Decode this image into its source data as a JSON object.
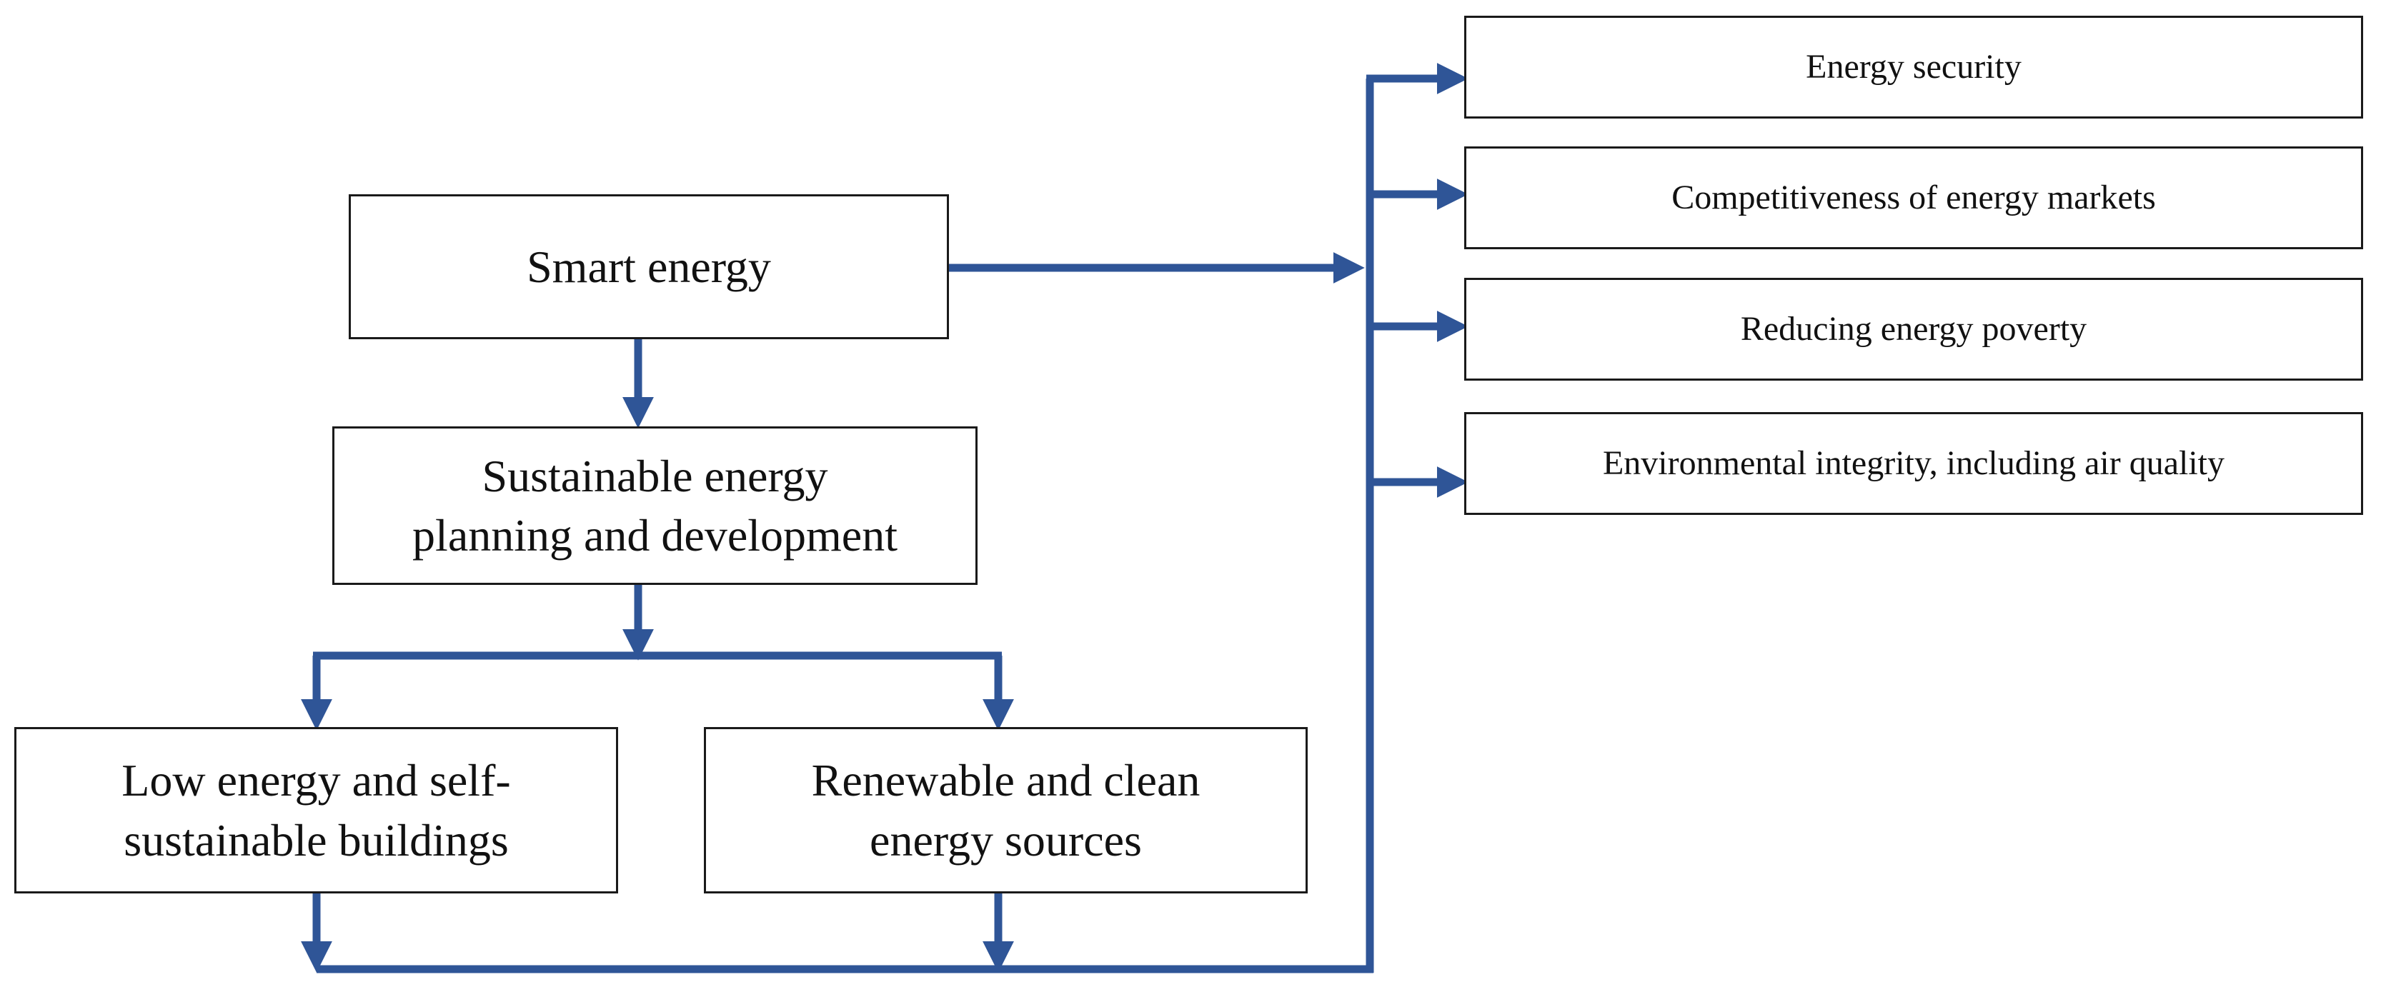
{
  "diagram": {
    "nodes": {
      "smart_energy": "Smart energy",
      "sustainable_line1": "Sustainable energy",
      "sustainable_line2": "planning and development",
      "low_energy_line1": "Low energy and self-",
      "low_energy_line2": "sustainable buildings",
      "renewable_line1": "Renewable and clean",
      "renewable_line2": "energy sources"
    },
    "outcomes": [
      "Energy security",
      "Competitiveness of energy markets",
      "Reducing energy poverty",
      "Environmental integrity, including air quality"
    ],
    "colors": {
      "connector": "#2f5597",
      "connector_edge": "#1f3c70",
      "box_border": "#1a1a1a"
    }
  }
}
